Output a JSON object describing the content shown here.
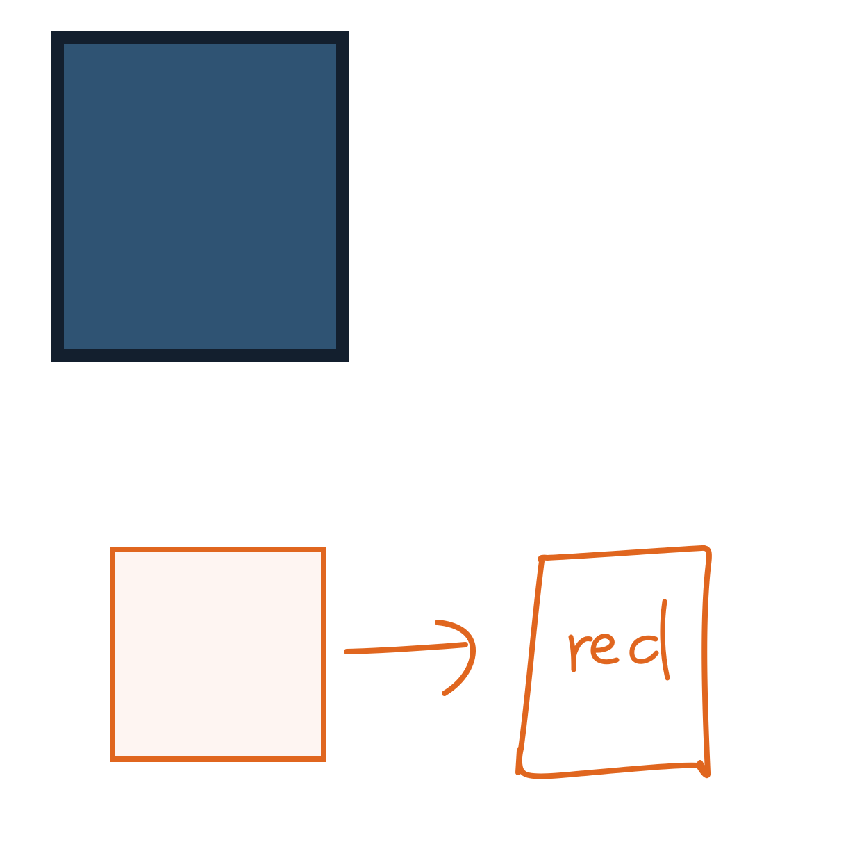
{
  "colors": {
    "background": "#ffffff",
    "dark_square_fill": "#2f5373",
    "dark_square_border": "#131f2e",
    "light_square_fill": "#fef5f2",
    "accent_orange": "#e0661f"
  },
  "shapes": {
    "dark_square": {
      "icon": "filled-rectangle"
    },
    "light_square": {
      "icon": "outlined-rectangle"
    },
    "arrow": {
      "icon": "hand-drawn-arrow-right"
    },
    "sketch_box": {
      "icon": "hand-drawn-rectangle"
    }
  },
  "sketch_box": {
    "label": "red"
  }
}
